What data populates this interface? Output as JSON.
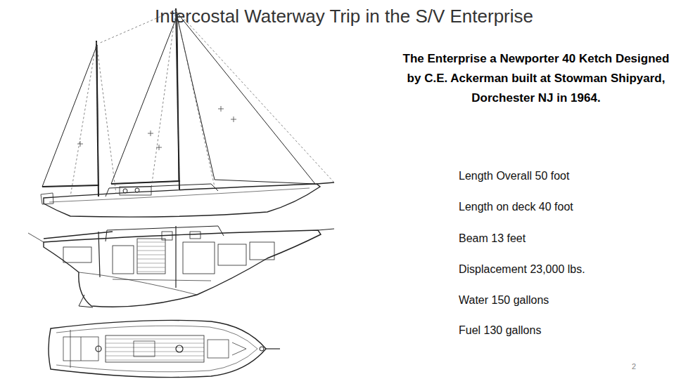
{
  "diagram": {
    "title": "Intercostal Waterway Trip in the S/V Enterprise",
    "labels": [
      "The Enterprise a Newporter 40 Ketch Designed by C.E. Ackerman built at Stowman Shipyard, Dorchester NJ in 1964.",
      "Length Overall 50 foot",
      "Length on deck 40 foot",
      "Beam 13 feet",
      "Displacement 23,000 lbs.",
      "Water 150 gallons",
      "Fuel 130 gallons",
      "2"
    ]
  }
}
